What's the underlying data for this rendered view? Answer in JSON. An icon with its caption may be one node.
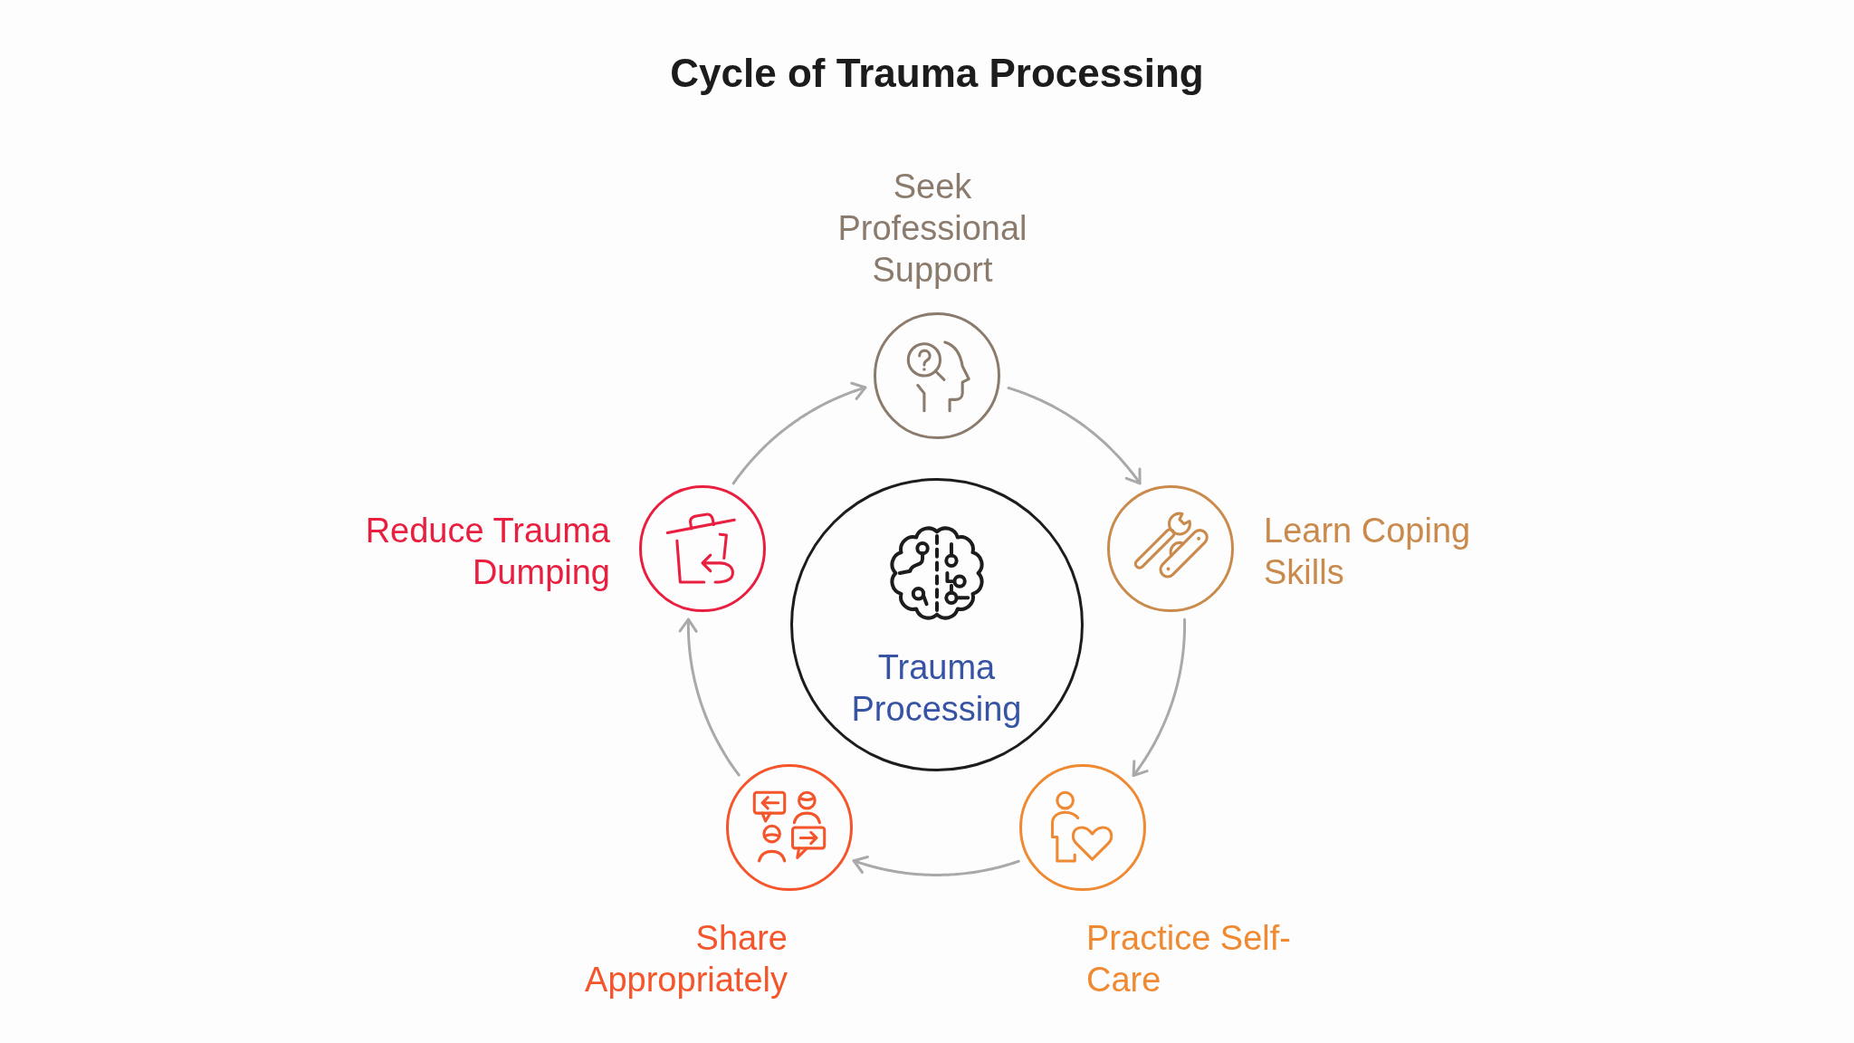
{
  "diagram": {
    "title": "Cycle of Trauma Processing",
    "nodes": [
      {
        "text": [
          "Seek Professional Support"
        ]
      },
      {
        "text": [
          "Learn Coping Skills"
        ]
      },
      {
        "text": [
          "Practice Self-Care"
        ]
      },
      {
        "text": [
          "Share Appropriately"
        ]
      },
      {
        "text": [
          "Reduce Trauma Dumping"
        ]
      },
      {
        "text": [
          "Trauma Processing"
        ]
      }
    ],
    "edges": [
      {
        "from": 0,
        "to": 1,
        "arrow": "to"
      },
      {
        "from": 1,
        "to": 2,
        "arrow": "to"
      },
      {
        "from": 2,
        "to": 3,
        "arrow": "to"
      },
      {
        "from": 3,
        "to": 4,
        "arrow": "to"
      },
      {
        "from": 4,
        "to": 0,
        "arrow": "to"
      }
    ]
  }
}
